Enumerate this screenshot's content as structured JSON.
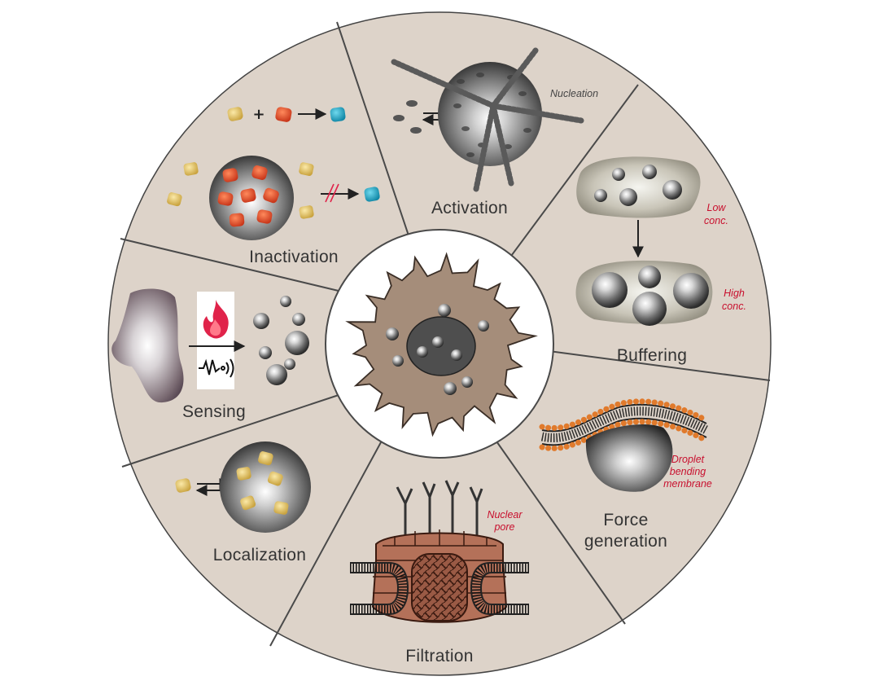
{
  "segments": {
    "activation": {
      "label": "Activation",
      "annotation": "Nucleation"
    },
    "buffering": {
      "label": "Buffering",
      "low": [
        "Low",
        "conc."
      ],
      "high": [
        "High",
        "conc."
      ]
    },
    "force": {
      "label": [
        "Force",
        "generation"
      ],
      "annotation": [
        "Droplet",
        "bending",
        "membrane"
      ]
    },
    "filtration": {
      "label": "Filtration",
      "annotation": [
        "Nuclear",
        "pore"
      ]
    },
    "localization": {
      "label": "Localization"
    },
    "sensing": {
      "label": "Sensing"
    },
    "inactivation": {
      "label": "Inactivation",
      "plus": "+"
    }
  },
  "colors": {
    "wheel": "#ddd3c9",
    "divider": "#4a4a4a",
    "annotation_red": "#c8102e",
    "annotation_gray": "#444444",
    "yellow_client": "#e3c46a",
    "red_client": "#e2532a",
    "cyan_product": "#19a9c9",
    "cell_body": "#a58d7a",
    "nucleus": "#4e4e4e",
    "pore_complex": "#b47159"
  }
}
